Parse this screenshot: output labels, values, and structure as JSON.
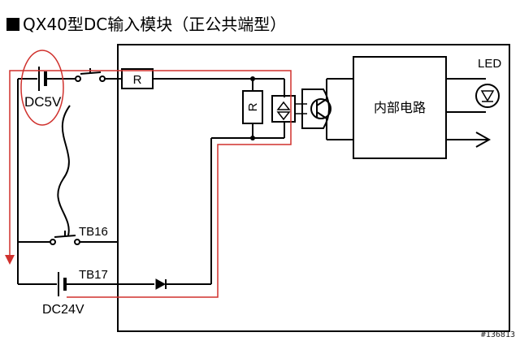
{
  "title": "QX40型DC输入模块（正公共端型）",
  "labels": {
    "dc5v": "DC5V",
    "dc24v": "DC24V",
    "tb16": "TB16",
    "tb17": "TB17",
    "resistor_series": "R",
    "resistor_shunt": "R",
    "internal_circuit": "内部电路",
    "led": "LED"
  },
  "watermark": "#136813",
  "colors": {
    "line": "#000000",
    "highlight_path": "#d0312d",
    "annotation_ellipse": "#d0312d"
  }
}
